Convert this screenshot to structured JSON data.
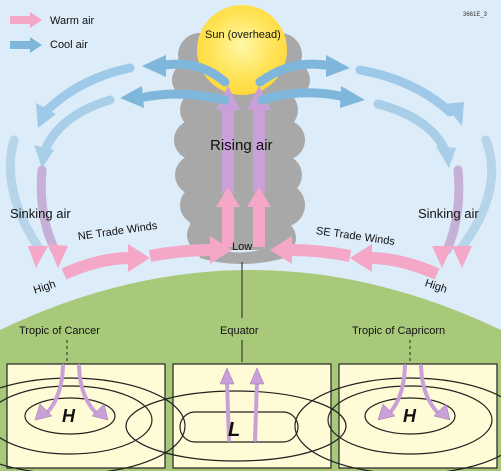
{
  "figure_id": "3661E_3",
  "legend": {
    "warm_label": "Warm air",
    "cool_label": "Cool air",
    "warm_color": "#f4a7c7",
    "cool_color": "#7fb7dc"
  },
  "colors": {
    "sky": "#dcecf8",
    "ground": "#a9c97a",
    "sun": "#ffe55c",
    "cloud": "#a9a9a9",
    "panel": "#fffbd6",
    "rising_arrow": "#c9a0d8"
  },
  "labels": {
    "sun": "Sun (overhead)",
    "rising_air": "Rising air",
    "sinking_air_left": "Sinking air",
    "sinking_air_right": "Sinking air",
    "ne_trade_winds": "NE Trade Winds",
    "se_trade_winds": "SE Trade Winds",
    "low": "Low",
    "high_left": "High",
    "high_right": "High",
    "tropic_cancer": "Tropic of Cancer",
    "equator": "Equator",
    "tropic_capricorn": "Tropic of Capricorn"
  },
  "panels": [
    {
      "pressure": "H"
    },
    {
      "pressure": "L"
    },
    {
      "pressure": "H"
    }
  ]
}
